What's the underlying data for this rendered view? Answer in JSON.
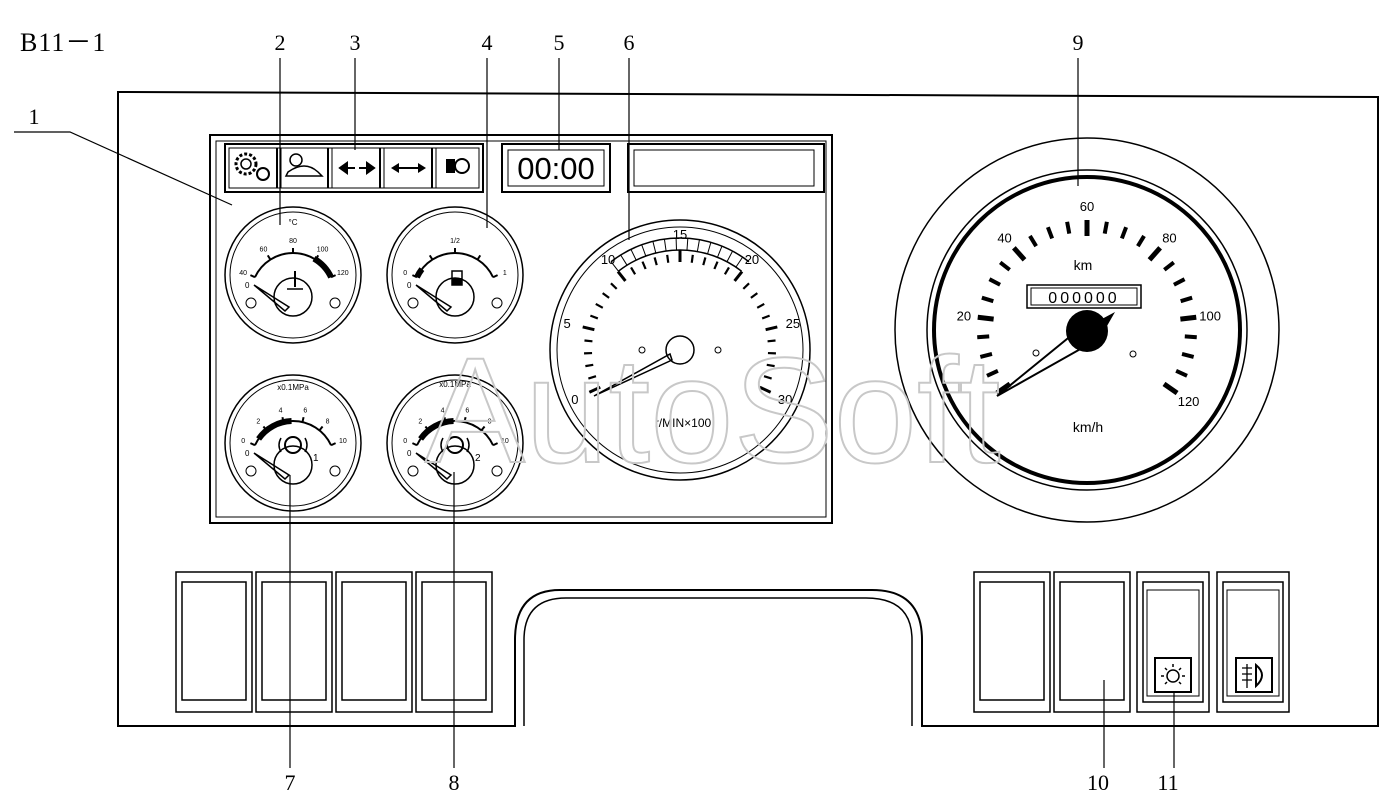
{
  "figure_id": "B11－1",
  "watermark": "AutoSoft",
  "callouts": [
    "1",
    "2",
    "3",
    "4",
    "5",
    "6",
    "7",
    "8",
    "9",
    "10",
    "11"
  ],
  "clock_display": "00:00",
  "temp_gauge": {
    "unit": "°C",
    "ticks": [
      "40",
      "60",
      "80",
      "100",
      "120"
    ]
  },
  "fuel_gauge": {
    "ticks": [
      "0",
      "1/2",
      "1"
    ]
  },
  "air1_gauge": {
    "unit": "x0.1MPa",
    "ticks": [
      "0",
      "2",
      "4",
      "6",
      "8",
      "10"
    ],
    "circuit": "1"
  },
  "air2_gauge": {
    "unit": "x0.1MPa",
    "ticks": [
      "0",
      "2",
      "4",
      "6",
      "8",
      "10"
    ],
    "circuit": "2"
  },
  "tachometer": {
    "unit": "r/MIN×100",
    "ticks": [
      "0",
      "5",
      "10",
      "15",
      "20",
      "25",
      "30"
    ]
  },
  "speedometer": {
    "odometer_unit": "km",
    "odometer": "000000",
    "unit": "km/h",
    "ticks": [
      "20",
      "40",
      "60",
      "80",
      "100",
      "120"
    ]
  },
  "telltales": [
    "gear-warning-icon",
    "turtle-icon",
    "left-turn-arrows-icon",
    "right-turn-arrows-icon",
    "headlight-icon"
  ],
  "switches": [
    "work-light-switch-icon",
    "fog-light-switch-icon"
  ]
}
